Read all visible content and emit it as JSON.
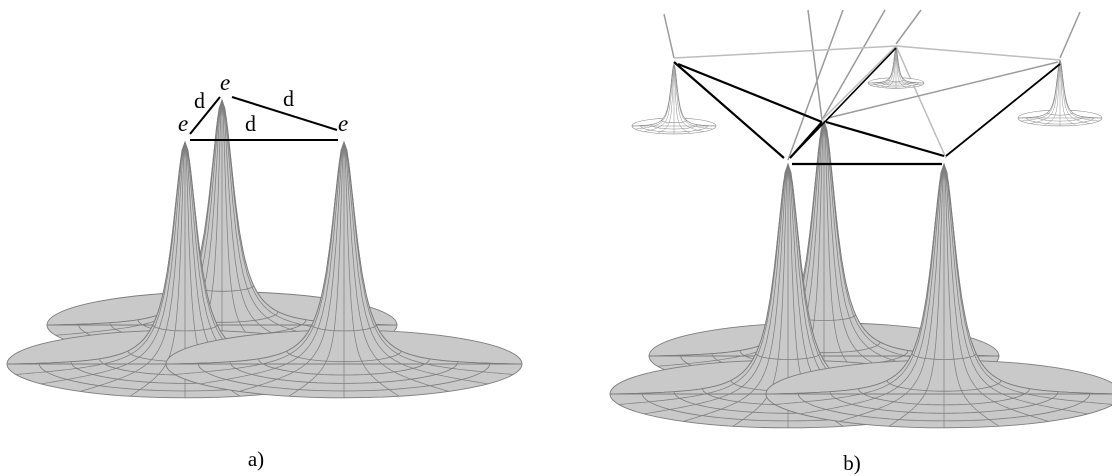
{
  "panels": [
    {
      "caption": "a)",
      "vertex_labels": [
        "e",
        "e",
        "e"
      ],
      "edge_labels": [
        "d",
        "d",
        "d"
      ]
    },
    {
      "caption": "b)"
    }
  ],
  "colors": {
    "surface_fill": "#c9c9c9",
    "surface_grid": "#7d7d7d",
    "line_dark": "#000000",
    "line_light": "#9a9a9a",
    "distant_peak": "#8a8a8a"
  }
}
